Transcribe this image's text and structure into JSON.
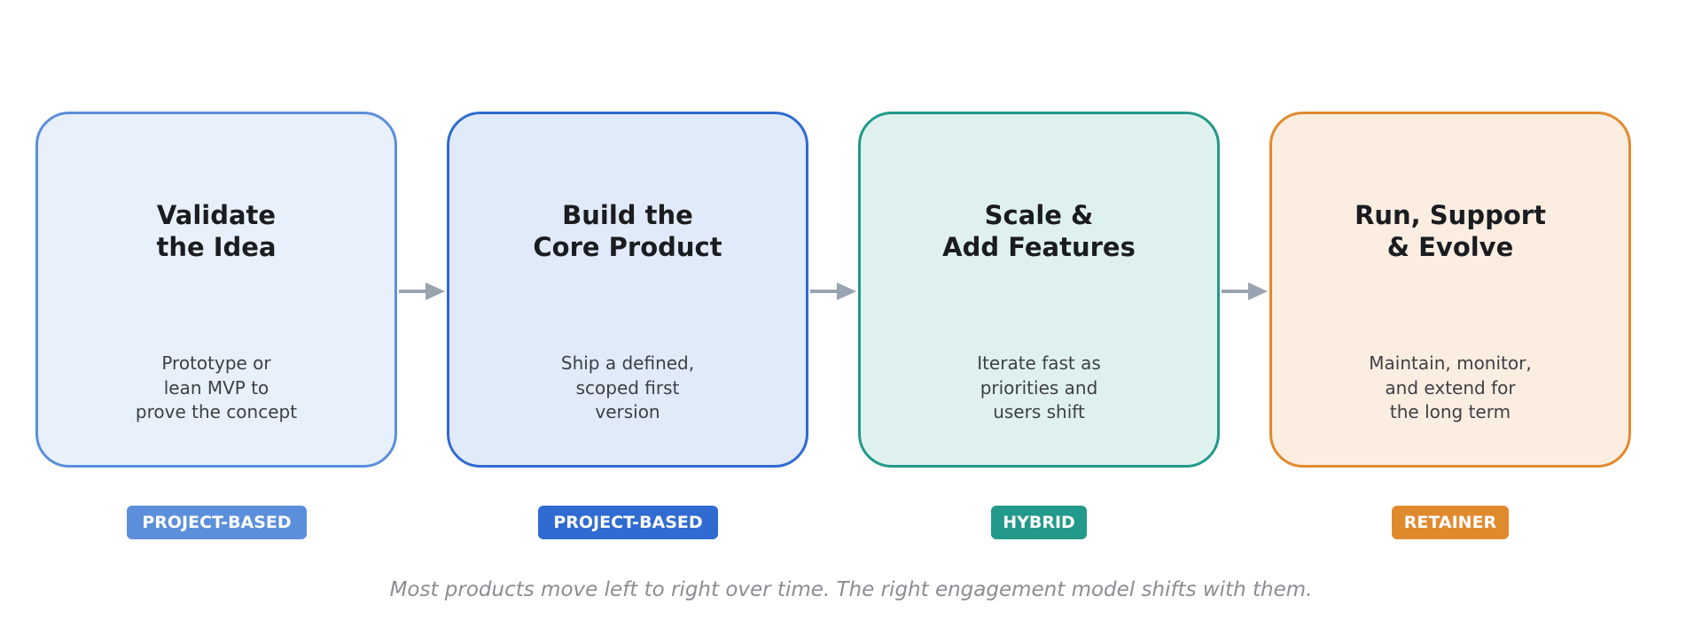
{
  "stages": [
    {
      "title": "Validate\nthe Idea",
      "description": "Prototype or\nlean MVP to\nprove the concept",
      "badge": "PROJECT-BASED",
      "border_color": "#5b8fdb",
      "fill_color": "#e8f0fc",
      "badge_color": "#5b8fdb"
    },
    {
      "title": "Build the\nCore Product",
      "description": "Ship a defined,\nscoped first\nversion",
      "badge": "PROJECT-BASED",
      "border_color": "#2f6bd0",
      "fill_color": "#e0eaf8",
      "badge_color": "#2f6bd0"
    },
    {
      "title": "Scale &\nAdd Features",
      "description": "Iterate fast as\npriorities and\nusers shift",
      "badge": "HYBRID",
      "border_color": "#22998a",
      "fill_color": "#dff1ee",
      "badge_color": "#22998a"
    },
    {
      "title": "Run, Support\n& Evolve",
      "description": "Maintain, monitor,\nand extend for\nthe long term",
      "badge": "RETAINER",
      "border_color": "#e08a2e",
      "fill_color": "#fcede1",
      "badge_color": "#e08a2e"
    }
  ],
  "arrow_color": "#9aa3b0",
  "caption": "Most products move left to right over time. The right engagement model shifts with them."
}
